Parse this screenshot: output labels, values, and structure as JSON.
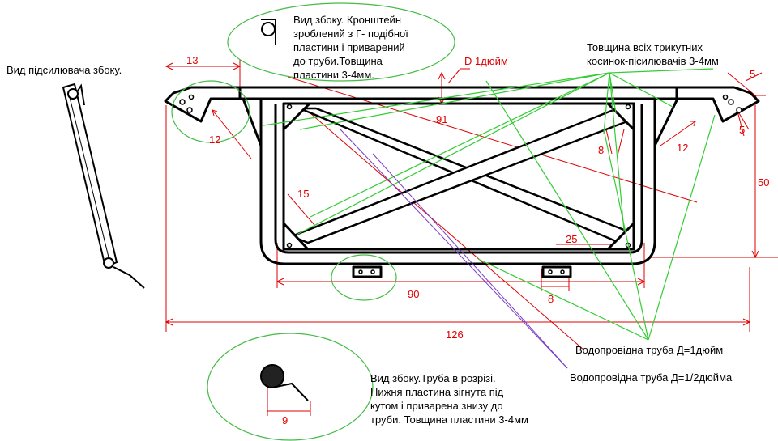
{
  "notes": {
    "booster_side_view": "Вид підсилювача збоку.",
    "bracket_line1": "Вид збоку. Кронштейн",
    "bracket_line2": "зроблений з Г- подібної",
    "bracket_line3": "пластини і приварений",
    "bracket_line4": "до труби.Товщина",
    "bracket_line5": "пластини 3-4мм.",
    "gussets_line1": "Товщина всіх трикутних",
    "gussets_line2": "косинок-пісилювачів 3-4мм",
    "pipe_1inch": "Водопровідна труба Д=1дюйм",
    "pipe_half_inch": "Водопровідна труба Д=1/2дюйма",
    "section_line1": "Вид збоку.Труба в розрізі.",
    "section_line2": "Нижня пластина зігнута під",
    "section_line3": "кутом і приварена знизу до",
    "section_line4": "труби. Товщина пластини 3-4мм"
  },
  "dimensions": {
    "d_top_left": "13",
    "d_pipe": "D 1дюйм",
    "d_91": "91",
    "d_5_top": "5",
    "d_5_side": "5",
    "d_12_left": "12",
    "d_12_right": "12",
    "d_8_upper": "8",
    "d_50": "50",
    "d_15": "15",
    "d_25": "25",
    "d_90": "90",
    "d_8_lower": "8",
    "d_126": "126",
    "d_9": "9"
  },
  "colors": {
    "outline": "#000000",
    "dimension": "#e00000",
    "leader_green": "#33cc33",
    "leader_purple": "#7a3cc8",
    "callout_ellipse": "#44bb44"
  }
}
